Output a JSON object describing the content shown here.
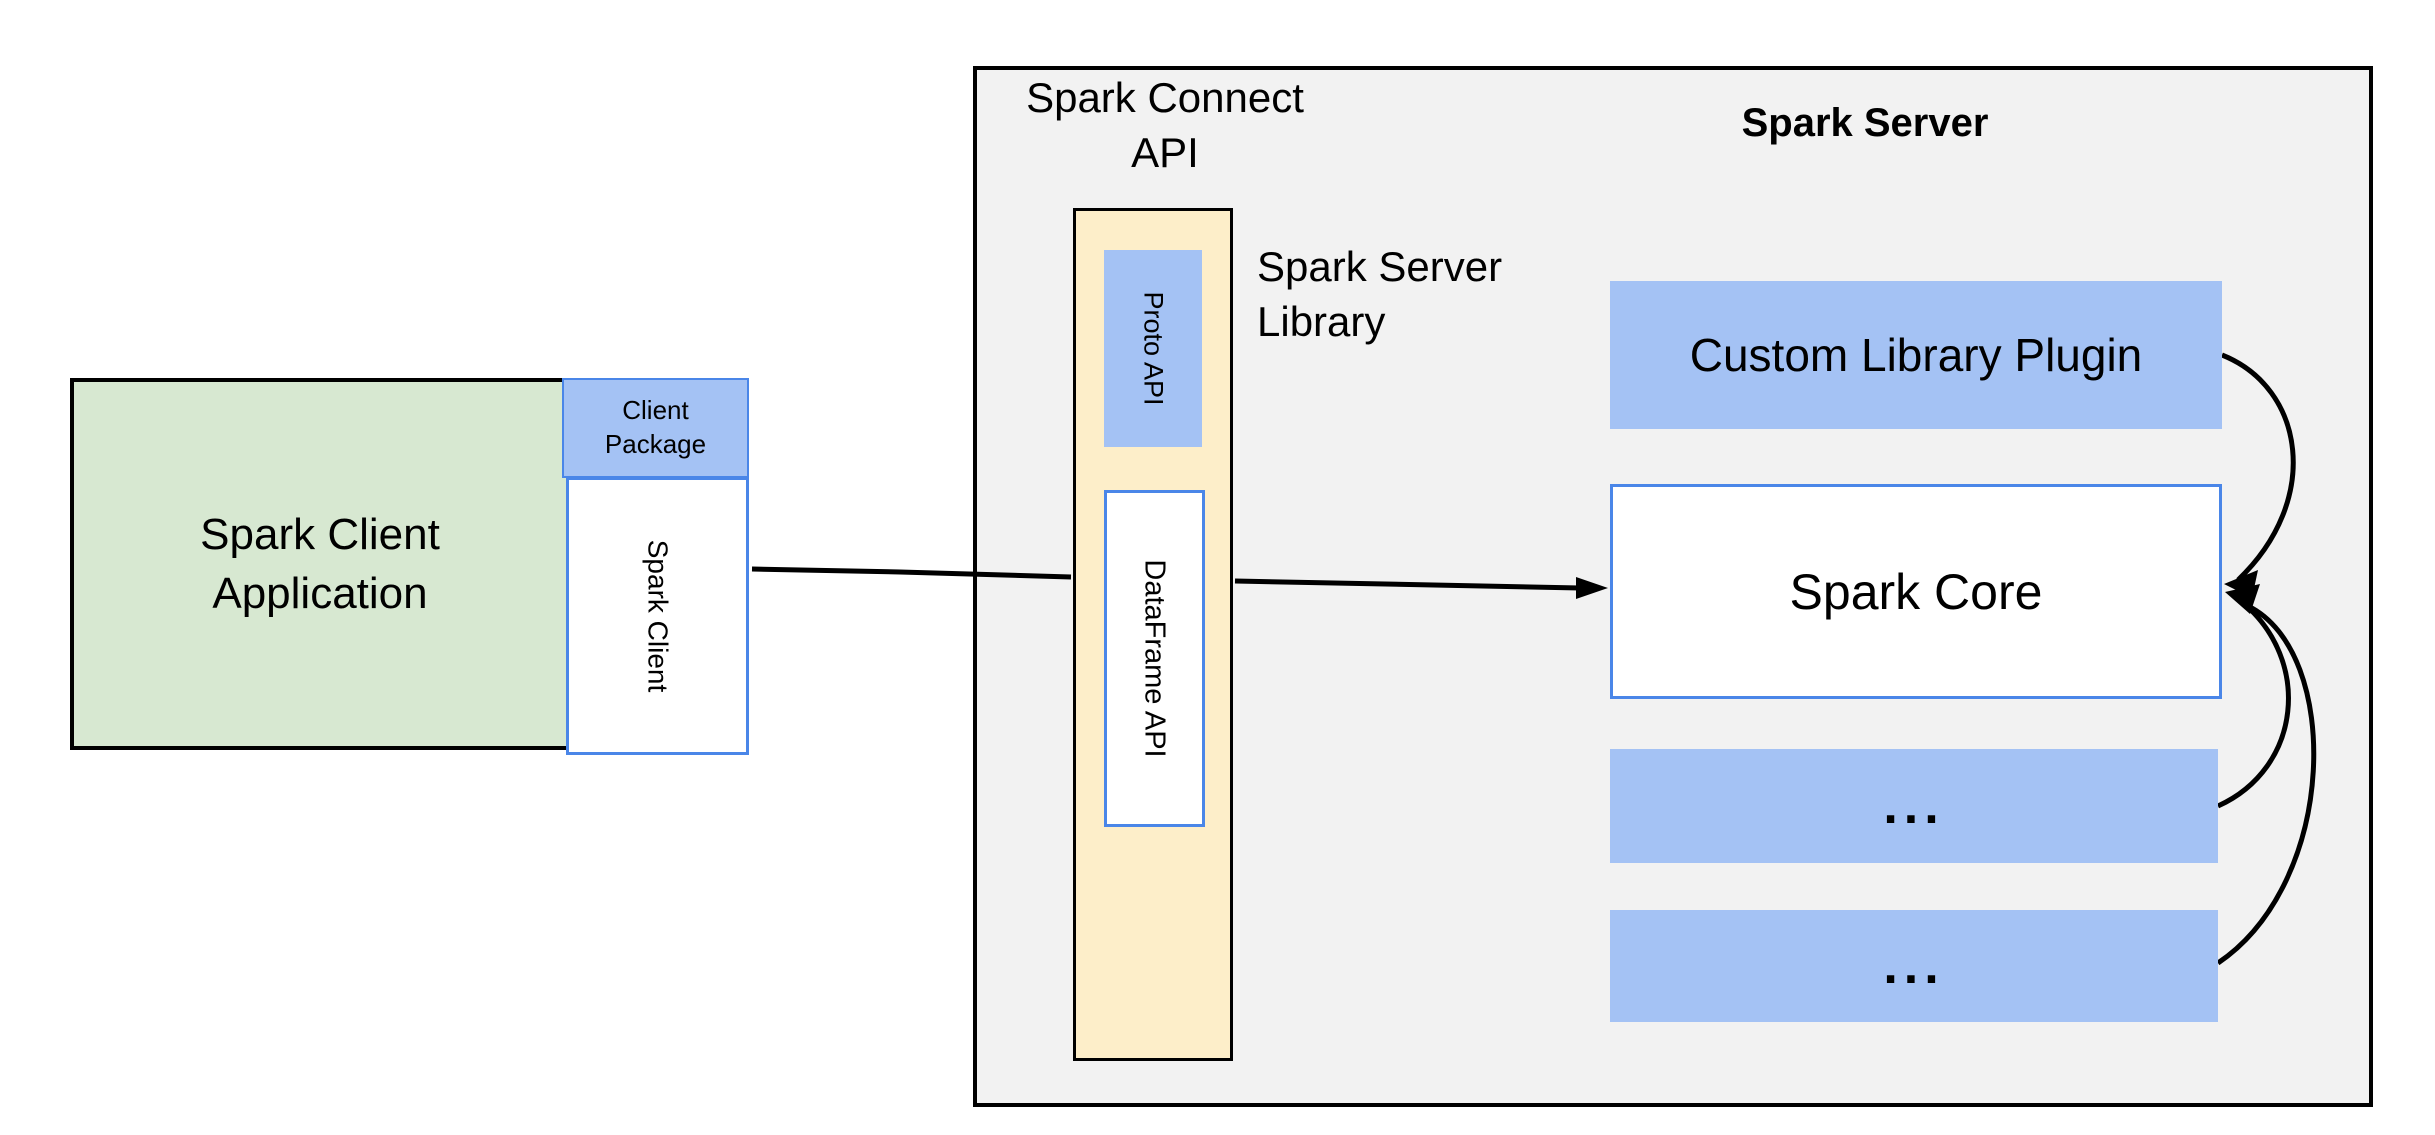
{
  "diagram": {
    "client": {
      "app_label": "Spark Client\nApplication",
      "package_label": "Client\nPackage",
      "client_label": "Spark Client"
    },
    "connect": {
      "api_label": "Spark Connect\nAPI",
      "proto_label": "Proto API",
      "dataframe_label": "DataFrame API",
      "library_label": "Spark Server\nLibrary"
    },
    "server": {
      "title": "Spark Server",
      "plugin_label": "Custom Library Plugin",
      "core_label": "Spark Core",
      "ellipsis1": "...",
      "ellipsis2": "..."
    },
    "colors": {
      "client_app_fill": "#d7e8d1",
      "accent_blue_fill": "#a4c2f4",
      "accent_blue_border": "#4a86e8",
      "library_column_fill": "#fdeec9",
      "server_panel_fill": "#f2f2f2",
      "line_black": "#000000"
    }
  }
}
